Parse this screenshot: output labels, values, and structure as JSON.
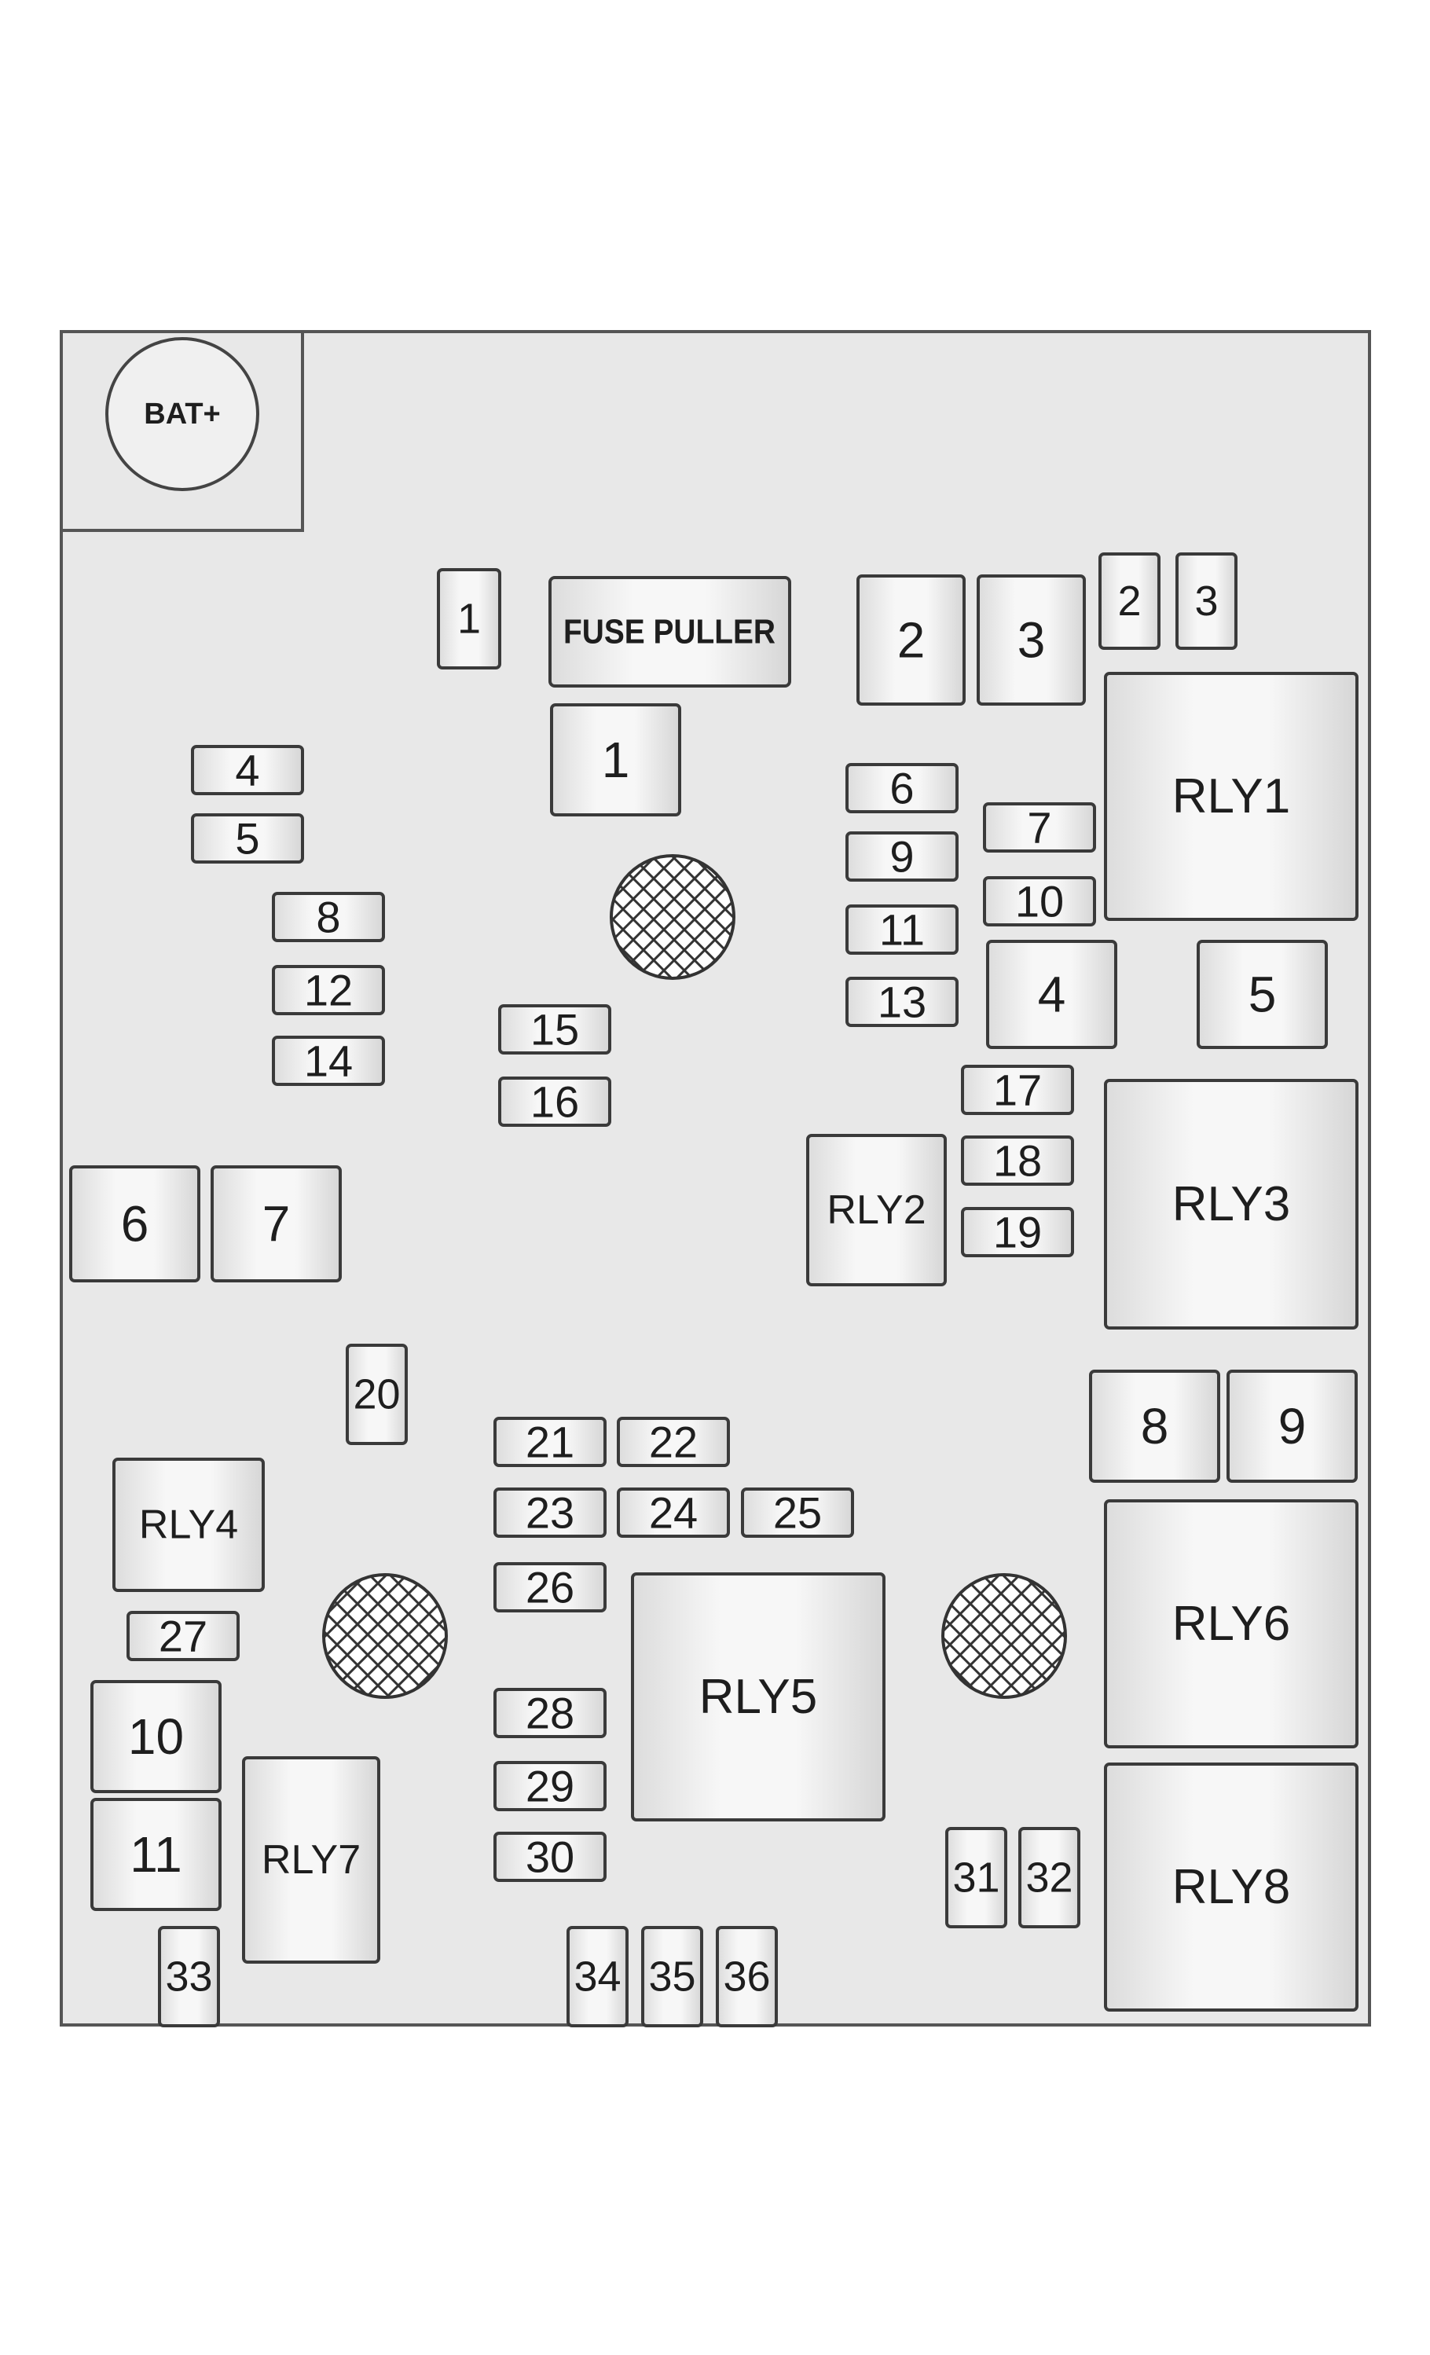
{
  "battery": {
    "label": "BAT+"
  },
  "fuse_puller": {
    "label": "FUSE PULLER"
  },
  "colors": {
    "panel": "#e8e8e8",
    "component": "#efefef",
    "outline": "#3a3a3a",
    "text": "#1e1e1e"
  },
  "mini_fuses": [
    "1",
    "2",
    "3",
    "4",
    "5",
    "6",
    "7",
    "8",
    "9",
    "10",
    "11",
    "12",
    "13",
    "14",
    "15",
    "16",
    "17",
    "18",
    "19",
    "20",
    "21",
    "22",
    "23",
    "24",
    "25",
    "26",
    "27",
    "28",
    "29",
    "30",
    "31",
    "32",
    "33",
    "34",
    "35",
    "36"
  ],
  "jcase_fuses": [
    "1",
    "2",
    "3",
    "4",
    "5",
    "6",
    "7",
    "8",
    "9",
    "10",
    "11"
  ],
  "relays": [
    "RLY1",
    "RLY2",
    "RLY3",
    "RLY4",
    "RLY5",
    "RLY6",
    "RLY7",
    "RLY8"
  ],
  "mounting_points": 3
}
